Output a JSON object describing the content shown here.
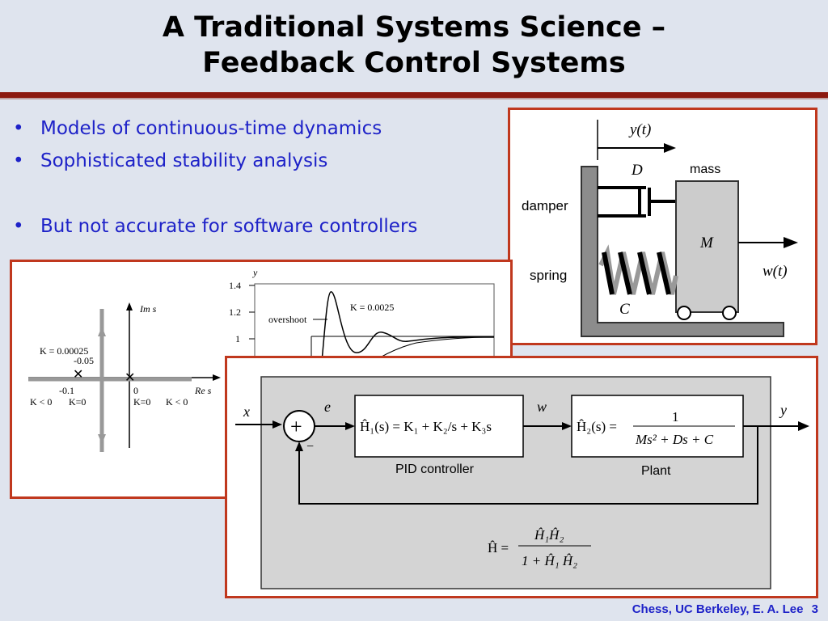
{
  "title": {
    "line1": "A Traditional Systems Science –",
    "line2": "Feedback Control Systems"
  },
  "bullets": [
    "Models of continuous-time dynamics",
    "Sophisticated stability analysis",
    "But not accurate for software controllers"
  ],
  "bullet_marker": "•",
  "mass_spring": {
    "y_label": "y(t)",
    "d_label": "D",
    "mass_label": "mass",
    "damper_label": "damper",
    "m_label": "M",
    "spring_label": "spring",
    "w_label": "w(t)",
    "c_label": "C"
  },
  "root_locus": {
    "im_label": "Im s",
    "re_label": "Re s",
    "k_label": "K = 0.00025",
    "val_neg005": "-0.05",
    "val_neg01": "-0.1",
    "val_0": "0",
    "k_lt0_left": "K < 0",
    "k_eq0_left": "K=0",
    "k_eq0_right": "K=0",
    "k_lt0_right": "K < 0"
  },
  "step_response": {
    "y_axis": "y",
    "ticks": [
      "1.4",
      "1.2",
      "1"
    ],
    "overshoot_label": "overshoot",
    "k_label": "K = 0.0025"
  },
  "block_diagram": {
    "x_label": "x",
    "e_label": "e",
    "w_label": "w",
    "y_label": "y",
    "minus": "−",
    "pid_caption": "PID controller",
    "plant_caption": "Plant",
    "h1_formula": "Ĥ₁(s) = K₁ + K₂/s + K₃s",
    "h2_lhs": "Ĥ₂(s) =",
    "h2_num": "1",
    "h2_den": "Ms² + Ds + C",
    "h_lhs": "Ĥ =",
    "h_num": "Ĥ₁Ĥ₂",
    "h_den": "1 + Ĥ₁ Ĥ₂"
  },
  "footer": {
    "credit": "Chess, UC Berkeley, E. A. Lee",
    "page": "3"
  }
}
